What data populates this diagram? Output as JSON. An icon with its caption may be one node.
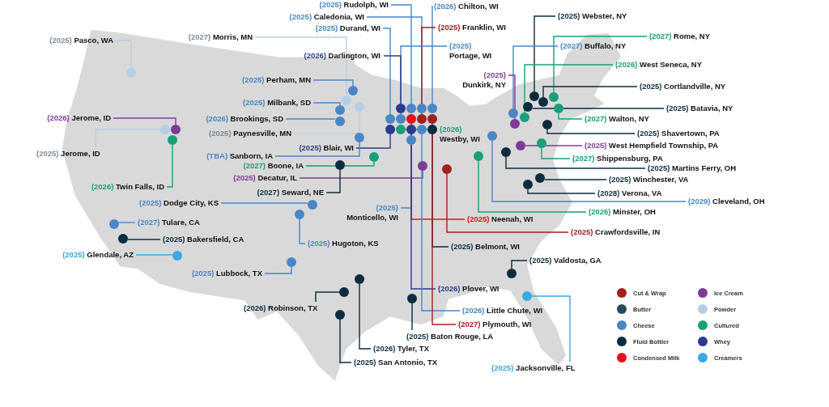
{
  "diagram": {
    "nodes": [
      {
        "text": [
          "(2025)",
          "Rudolph, WI"
        ]
      },
      {
        "text": [
          "(2025)",
          "Caledonia, WI"
        ]
      },
      {
        "text": [
          "(2026)",
          "Chilton, WI"
        ]
      },
      {
        "text": [
          "(2025)",
          "Durand, WI"
        ]
      },
      {
        "text": [
          "(2025)",
          "Franklin, WI"
        ]
      },
      {
        "text": [
          "(2027)",
          "Morris, MN"
        ]
      },
      {
        "text": [
          "(2025)",
          "Pasco, WA"
        ]
      },
      {
        "text": [
          "(2025)",
          "Portage, WI"
        ]
      },
      {
        "text": [
          "(2026)",
          "Darlington, WI"
        ]
      },
      {
        "text": [
          "(2025)",
          "Webster, NY"
        ]
      },
      {
        "text": [
          "(2027)",
          "Rome, NY"
        ]
      },
      {
        "text": [
          "(2027)",
          "Buffalo, NY"
        ]
      },
      {
        "text": [
          "(2025)",
          "Dunkirk, NY"
        ]
      },
      {
        "text": [
          "(2026)",
          "West Seneca, NY"
        ]
      },
      {
        "text": [
          "(2025)",
          "Perham, MN"
        ]
      },
      {
        "text": [
          "(2025)",
          "Milbank, SD"
        ]
      },
      {
        "text": [
          "(2025)",
          "Cortlandville, NY"
        ]
      },
      {
        "text": [
          "(2025)",
          "Batavia, NY"
        ]
      },
      {
        "text": [
          "(2026)",
          "Brookings, SD"
        ]
      },
      {
        "text": [
          "(2026)",
          "Jerome, ID"
        ]
      },
      {
        "text": [
          "(2027)",
          "Walton, NY"
        ]
      },
      {
        "text": [
          "(2025)",
          "Paynesville, MN"
        ]
      },
      {
        "text": [
          "(2025)",
          "Jerome, ID"
        ]
      },
      {
        "text": [
          "(2026)",
          "Westby, WI"
        ]
      },
      {
        "text": [
          "(2025)",
          "Shavertown, PA"
        ]
      },
      {
        "text": [
          "(2025)",
          "Blair, WI"
        ]
      },
      {
        "text": [
          "(2025)",
          "West Hempfield Township, PA"
        ]
      },
      {
        "text": [
          "(TBA)",
          "Sanborn, IA"
        ]
      },
      {
        "text": [
          "(2027)",
          "Boone, IA"
        ]
      },
      {
        "text": [
          "(2027)",
          "Shippensburg, PA"
        ]
      },
      {
        "text": [
          "(2025)",
          "Decatur, IL"
        ]
      },
      {
        "text": [
          "(2025)",
          "Martins Ferry, OH"
        ]
      },
      {
        "text": [
          "(2026)",
          "Twin Falls, ID"
        ]
      },
      {
        "text": [
          "(2027)",
          "Seward, NE"
        ]
      },
      {
        "text": [
          "(2025)",
          "Winchester, VA"
        ]
      },
      {
        "text": [
          "(2028)",
          "Verona, VA"
        ]
      },
      {
        "text": [
          "(2025)",
          "Dodge City, KS"
        ]
      },
      {
        "text": [
          "(2029)",
          "Cleveland, OH"
        ]
      },
      {
        "text": [
          "(2025)",
          "Monticello, WI"
        ]
      },
      {
        "text": [
          "(2026)",
          "Minster, OH"
        ]
      },
      {
        "text": [
          "(2027)",
          "Tulare, CA"
        ]
      },
      {
        "text": [
          "(2025)",
          "Neenah, WI"
        ]
      },
      {
        "text": [
          "(2025)",
          "Hugoton, KS"
        ]
      },
      {
        "text": [
          "(2025)",
          "Bakersfield, CA"
        ]
      },
      {
        "text": [
          "(2025)",
          "Crawfordsville, IN"
        ]
      },
      {
        "text": [
          "(2025)",
          "Glendale, AZ"
        ]
      },
      {
        "text": [
          "(2025)",
          "Belmont, WI"
        ]
      },
      {
        "text": [
          "(2025)",
          "Valdosta, GA"
        ]
      },
      {
        "text": [
          "(2025)",
          "Lubbock, TX"
        ]
      },
      {
        "text": [
          "(2025)",
          "Jacksonville, FL"
        ]
      },
      {
        "text": [
          "(2026)",
          "Plover, WI"
        ]
      },
      {
        "text": [
          "(2026)",
          "Robinson, TX"
        ]
      },
      {
        "text": [
          "(2026)",
          "Little Chute, WI"
        ]
      },
      {
        "text": [
          "(2027)",
          "Plymouth, WI"
        ]
      },
      {
        "text": [
          "(2026)",
          "Tyler, TX"
        ]
      },
      {
        "text": [
          "(2025)",
          "Baton Rouge, LA"
        ]
      },
      {
        "text": [
          "(2025)",
          "San Antonio, TX"
        ]
      },
      {
        "text": [],
        "shape": "circle"
      },
      {
        "text": [],
        "shape": "circle"
      },
      {
        "text": [],
        "shape": "circle"
      },
      {
        "text": [],
        "shape": "circle"
      },
      {
        "text": [],
        "shape": "circle"
      },
      {
        "text": [],
        "shape": "circle"
      },
      {
        "text": [],
        "shape": "circle"
      },
      {
        "text": [],
        "shape": "circle"
      },
      {
        "text": [],
        "shape": "circle"
      },
      {
        "text": [],
        "shape": "circle"
      },
      {
        "text": [],
        "shape": "circle"
      },
      {
        "text": [],
        "shape": "circle"
      },
      {
        "text": [],
        "shape": "circle"
      },
      {
        "text": [],
        "shape": "circle"
      },
      {
        "text": [],
        "shape": "circle"
      },
      {
        "text": [],
        "shape": "circle"
      },
      {
        "text": [],
        "shape": "circle"
      },
      {
        "text": [],
        "shape": "circle"
      },
      {
        "text": [],
        "shape": "circle"
      },
      {
        "text": [],
        "shape": "circle"
      },
      {
        "text": [],
        "shape": "circle"
      },
      {
        "text": [],
        "shape": "circle"
      },
      {
        "text": [],
        "shape": "circle"
      },
      {
        "text": [],
        "shape": "circle"
      },
      {
        "text": [],
        "shape": "circle"
      },
      {
        "text": [],
        "shape": "circle"
      },
      {
        "text": [],
        "shape": "circle"
      },
      {
        "text": [],
        "shape": "circle"
      },
      {
        "text": [],
        "shape": "circle"
      },
      {
        "text": [],
        "shape": "circle"
      },
      {
        "text": [],
        "shape": "circle"
      },
      {
        "text": [],
        "shape": "circle"
      },
      {
        "text": [],
        "shape": "circle"
      },
      {
        "text": [],
        "shape": "circle"
      },
      {
        "text": [],
        "shape": "circle"
      },
      {
        "text": [],
        "shape": "circle"
      },
      {
        "text": [],
        "shape": "circle"
      },
      {
        "text": [],
        "shape": "circle"
      },
      {
        "text": [],
        "shape": "circle"
      },
      {
        "text": [],
        "shape": "circle"
      },
      {
        "text": [],
        "shape": "circle"
      },
      {
        "text": [],
        "shape": "circle"
      },
      {
        "text": [],
        "shape": "circle"
      },
      {
        "text": [],
        "shape": "circle"
      },
      {
        "text": [],
        "shape": "circle"
      },
      {
        "text": [],
        "shape": "circle"
      },
      {
        "text": [],
        "shape": "circle"
      },
      {
        "text": [],
        "shape": "circle"
      },
      {
        "text": [],
        "shape": "circle"
      },
      {
        "text": [],
        "shape": "circle"
      },
      {
        "text": [],
        "shape": "circle"
      },
      {
        "text": [],
        "shape": "circle"
      },
      {
        "text": [],
        "shape": "circle"
      },
      {
        "text": [],
        "shape": "circle"
      },
      {
        "text": [],
        "shape": "circle"
      },
      {
        "text": [],
        "shape": "circle"
      },
      {
        "text": [],
        "shape": "circle"
      }
    ],
    "edges": [
      {
        "from": 0,
        "to": 57,
        "arrow": "none",
        "color": "#4a86c5"
      },
      {
        "from": 1,
        "to": 58,
        "arrow": "none",
        "color": "#4a86c5"
      },
      {
        "from": 2,
        "to": 59,
        "arrow": "none",
        "color": "#4a86c5"
      },
      {
        "from": 3,
        "to": 60,
        "arrow": "none",
        "color": "#4a86c5"
      },
      {
        "from": 4,
        "to": 61,
        "arrow": "none",
        "color": "#a3201f"
      },
      {
        "from": 5,
        "to": 62,
        "arrow": "none",
        "color": "#b5cee6"
      },
      {
        "from": 6,
        "to": 63,
        "arrow": "none",
        "color": "#b5cee6"
      },
      {
        "from": 7,
        "to": 64,
        "arrow": "none",
        "color": "#4a86c5"
      },
      {
        "from": 8,
        "to": 65,
        "arrow": "none",
        "color": "#2b3a8f"
      },
      {
        "from": 9,
        "to": 66,
        "arrow": "none",
        "color": "#0b2c3f"
      },
      {
        "from": 10,
        "to": 67,
        "arrow": "none",
        "color": "#17a07a"
      },
      {
        "from": 11,
        "to": 68,
        "arrow": "none",
        "color": "#4a86c5"
      },
      {
        "from": 12,
        "to": 69,
        "arrow": "none",
        "color": "#7e3b96"
      },
      {
        "from": 13,
        "to": 70,
        "arrow": "none",
        "color": "#17a07a"
      },
      {
        "from": 14,
        "to": 71,
        "arrow": "none",
        "color": "#4a86c5"
      },
      {
        "from": 15,
        "to": 72,
        "arrow": "none",
        "color": "#4a86c5"
      },
      {
        "from": 16,
        "to": 73,
        "arrow": "none",
        "color": "#0b2c3f"
      },
      {
        "from": 17,
        "to": 74,
        "arrow": "none",
        "color": "#0b2c3f"
      },
      {
        "from": 18,
        "to": 75,
        "arrow": "none",
        "color": "#4a86c5"
      },
      {
        "from": 19,
        "to": 76,
        "arrow": "none",
        "color": "#7e3b96"
      },
      {
        "from": 20,
        "to": 77,
        "arrow": "none",
        "color": "#17a07a"
      },
      {
        "from": 21,
        "to": 78,
        "arrow": "none",
        "color": "#b5cee6"
      },
      {
        "from": 22,
        "to": 79,
        "arrow": "none",
        "color": "#b5cee6"
      },
      {
        "from": 23,
        "to": 80,
        "arrow": "none",
        "color": "#17a07a"
      },
      {
        "from": 24,
        "to": 81,
        "arrow": "none",
        "color": "#0b2c3f"
      },
      {
        "from": 25,
        "to": 82,
        "arrow": "none",
        "color": "#2b3a8f"
      },
      {
        "from": 26,
        "to": 83,
        "arrow": "none",
        "color": "#7e3b96"
      },
      {
        "from": 27,
        "to": 84,
        "arrow": "none",
        "color": "#4a86c5"
      },
      {
        "from": 28,
        "to": 85,
        "arrow": "none",
        "color": "#17a07a"
      },
      {
        "from": 29,
        "to": 86,
        "arrow": "none",
        "color": "#17a07a"
      },
      {
        "from": 30,
        "to": 87,
        "arrow": "none",
        "color": "#7e3b96"
      },
      {
        "from": 31,
        "to": 88,
        "arrow": "none",
        "color": "#0b2c3f"
      },
      {
        "from": 32,
        "to": 89,
        "arrow": "none",
        "color": "#17a07a"
      },
      {
        "from": 33,
        "to": 90,
        "arrow": "none",
        "color": "#0b2c3f"
      },
      {
        "from": 34,
        "to": 91,
        "arrow": "none",
        "color": "#0b2c3f"
      },
      {
        "from": 35,
        "to": 92,
        "arrow": "none",
        "color": "#0b2c3f"
      },
      {
        "from": 36,
        "to": 93,
        "arrow": "none",
        "color": "#4a86c5"
      },
      {
        "from": 37,
        "to": 94,
        "arrow": "none",
        "color": "#4a86c5"
      },
      {
        "from": 38,
        "to": 95,
        "arrow": "none",
        "color": "#4a86c5"
      },
      {
        "from": 39,
        "to": 96,
        "arrow": "none",
        "color": "#17a07a"
      },
      {
        "from": 40,
        "to": 97,
        "arrow": "none",
        "color": "#4a86c5"
      },
      {
        "from": 41,
        "to": 98,
        "arrow": "none",
        "color": "#e3101b"
      },
      {
        "from": 42,
        "to": 99,
        "arrow": "none",
        "color": "#4a86c5"
      },
      {
        "from": 43,
        "to": 100,
        "arrow": "none",
        "color": "#0b2c3f"
      },
      {
        "from": 44,
        "to": 101,
        "arrow": "none",
        "color": "#a3201f"
      },
      {
        "from": 45,
        "to": 102,
        "arrow": "none",
        "color": "#38a9e1"
      },
      {
        "from": 46,
        "to": 103,
        "arrow": "none",
        "color": "#0b2c3f"
      },
      {
        "from": 47,
        "to": 104,
        "arrow": "none",
        "color": "#0b2c3f"
      },
      {
        "from": 48,
        "to": 105,
        "arrow": "none",
        "color": "#4a86c5"
      },
      {
        "from": 49,
        "to": 106,
        "arrow": "none",
        "color": "#38a9e1"
      },
      {
        "from": 50,
        "to": 107,
        "arrow": "none",
        "color": "#2b3a8f"
      },
      {
        "from": 51,
        "to": 108,
        "arrow": "none",
        "color": "#0b2c3f"
      },
      {
        "from": 52,
        "to": 109,
        "arrow": "none",
        "color": "#4a86c5"
      },
      {
        "from": 53,
        "to": 110,
        "arrow": "none",
        "color": "#a3201f"
      },
      {
        "from": 54,
        "to": 111,
        "arrow": "none",
        "color": "#0b2c3f"
      },
      {
        "from": 55,
        "to": 112,
        "arrow": "none",
        "color": "#0b2c3f"
      },
      {
        "from": 56,
        "to": 113,
        "arrow": "none",
        "color": "#0b2c3f"
      }
    ],
    "legend": [
      {
        "text": "Cut & Wrap",
        "color": "#a3201f"
      },
      {
        "text": "Butter",
        "color": "#26495c"
      },
      {
        "text": "Cheese",
        "color": "#4a86c5"
      },
      {
        "text": "Fluid Bottler",
        "color": "#0b2c3f"
      },
      {
        "text": "Condensed Milk",
        "color": "#e3101b"
      },
      {
        "text": "Ice Cream",
        "color": "#7e3b96"
      },
      {
        "text": "Powder",
        "color": "#b5cee6"
      },
      {
        "text": "Cultured",
        "color": "#17a07a"
      },
      {
        "text": "Whey",
        "color": "#2b3a8f"
      },
      {
        "text": "Creamers",
        "color": "#38a9e1"
      }
    ]
  }
}
